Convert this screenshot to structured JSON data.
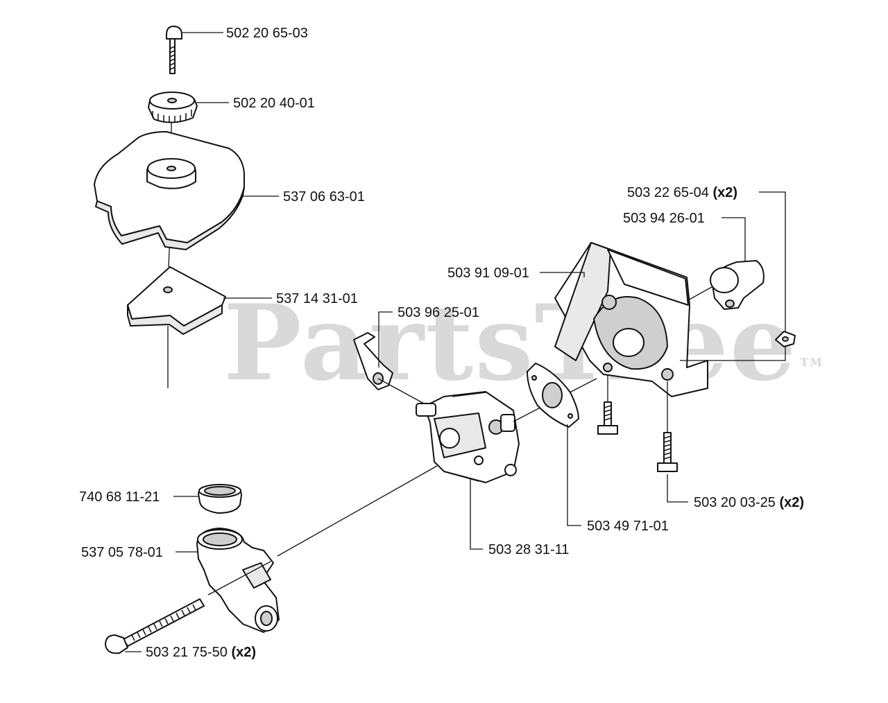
{
  "watermark": {
    "text": "PartsTree",
    "trademark": "TM"
  },
  "parts": [
    {
      "id": "p1",
      "number": "502 20 65-03",
      "qty": ""
    },
    {
      "id": "p2",
      "number": "502 20 40-01",
      "qty": ""
    },
    {
      "id": "p3",
      "number": "537 06 63-01",
      "qty": ""
    },
    {
      "id": "p4",
      "number": "537 14 31-01",
      "qty": ""
    },
    {
      "id": "p5",
      "number": "503 96 25-01",
      "qty": ""
    },
    {
      "id": "p6",
      "number": "503 91 09-01",
      "qty": ""
    },
    {
      "id": "p7",
      "number": "503 94 26-01",
      "qty": ""
    },
    {
      "id": "p8",
      "number": "503 22 65-04",
      "qty": "(x2)"
    },
    {
      "id": "p9",
      "number": "740 68 11-21",
      "qty": ""
    },
    {
      "id": "p10",
      "number": "537 05 78-01",
      "qty": ""
    },
    {
      "id": "p11",
      "number": "503 28 31-11",
      "qty": ""
    },
    {
      "id": "p12",
      "number": "503 49 71-01",
      "qty": ""
    },
    {
      "id": "p13",
      "number": "503 20 03-25",
      "qty": "(x2)"
    },
    {
      "id": "p14",
      "number": "503 21 75-50",
      "qty": "(x2)"
    }
  ]
}
